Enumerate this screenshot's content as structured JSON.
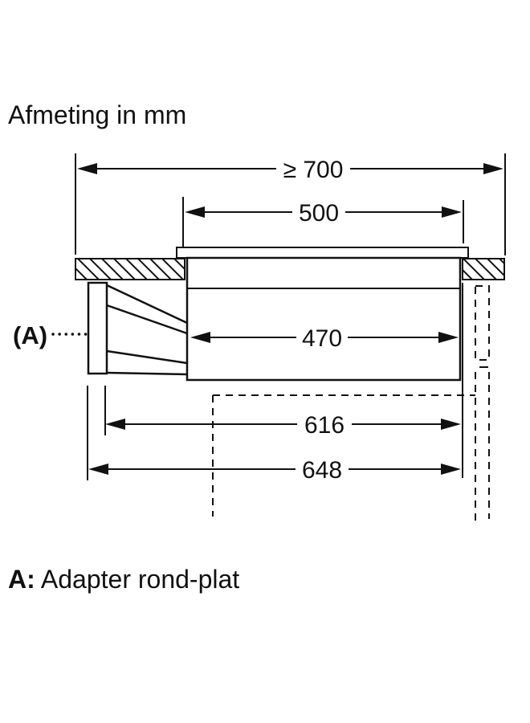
{
  "page": {
    "background": "#ffffff",
    "ink": "#111111",
    "title": "Afmeting in mm",
    "footnote": {
      "prefix": "A:",
      "label": "Adapter rond-plat"
    }
  },
  "diagram": {
    "type": "technical-dimension-drawing",
    "unit_note": "mm",
    "dimensions": {
      "dim_700": "≥ 700",
      "dim_500": "500",
      "dim_470": "470",
      "dim_616": "616",
      "dim_648": "648"
    },
    "callout": {
      "label": "(A)"
    }
  }
}
